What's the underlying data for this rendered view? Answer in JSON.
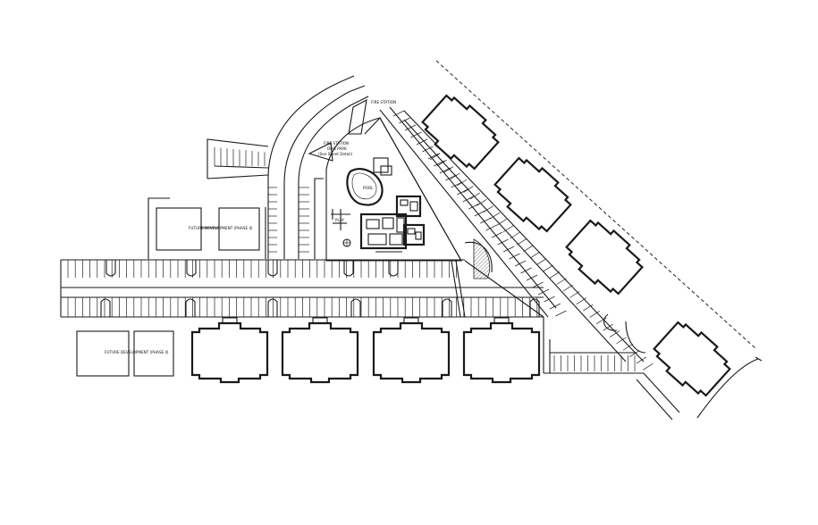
{
  "labels": {
    "fire_station_top": "FIRE STATION",
    "future_development_top": "FUTURE DEVELOPMENT (PHASE II)",
    "future_development_bottom": "FUTURE DEVELOPMENT (PHASE II)",
    "pool": "POOL",
    "play": "PLAY",
    "fire_station_small": "FIRE STATION",
    "dog_park": "DOG PARK",
    "dog_park_note": "(See Sheet Detail)"
  },
  "colors": {
    "line": "#1a1a1a",
    "background": "#ffffff",
    "hatch": "#555555"
  }
}
